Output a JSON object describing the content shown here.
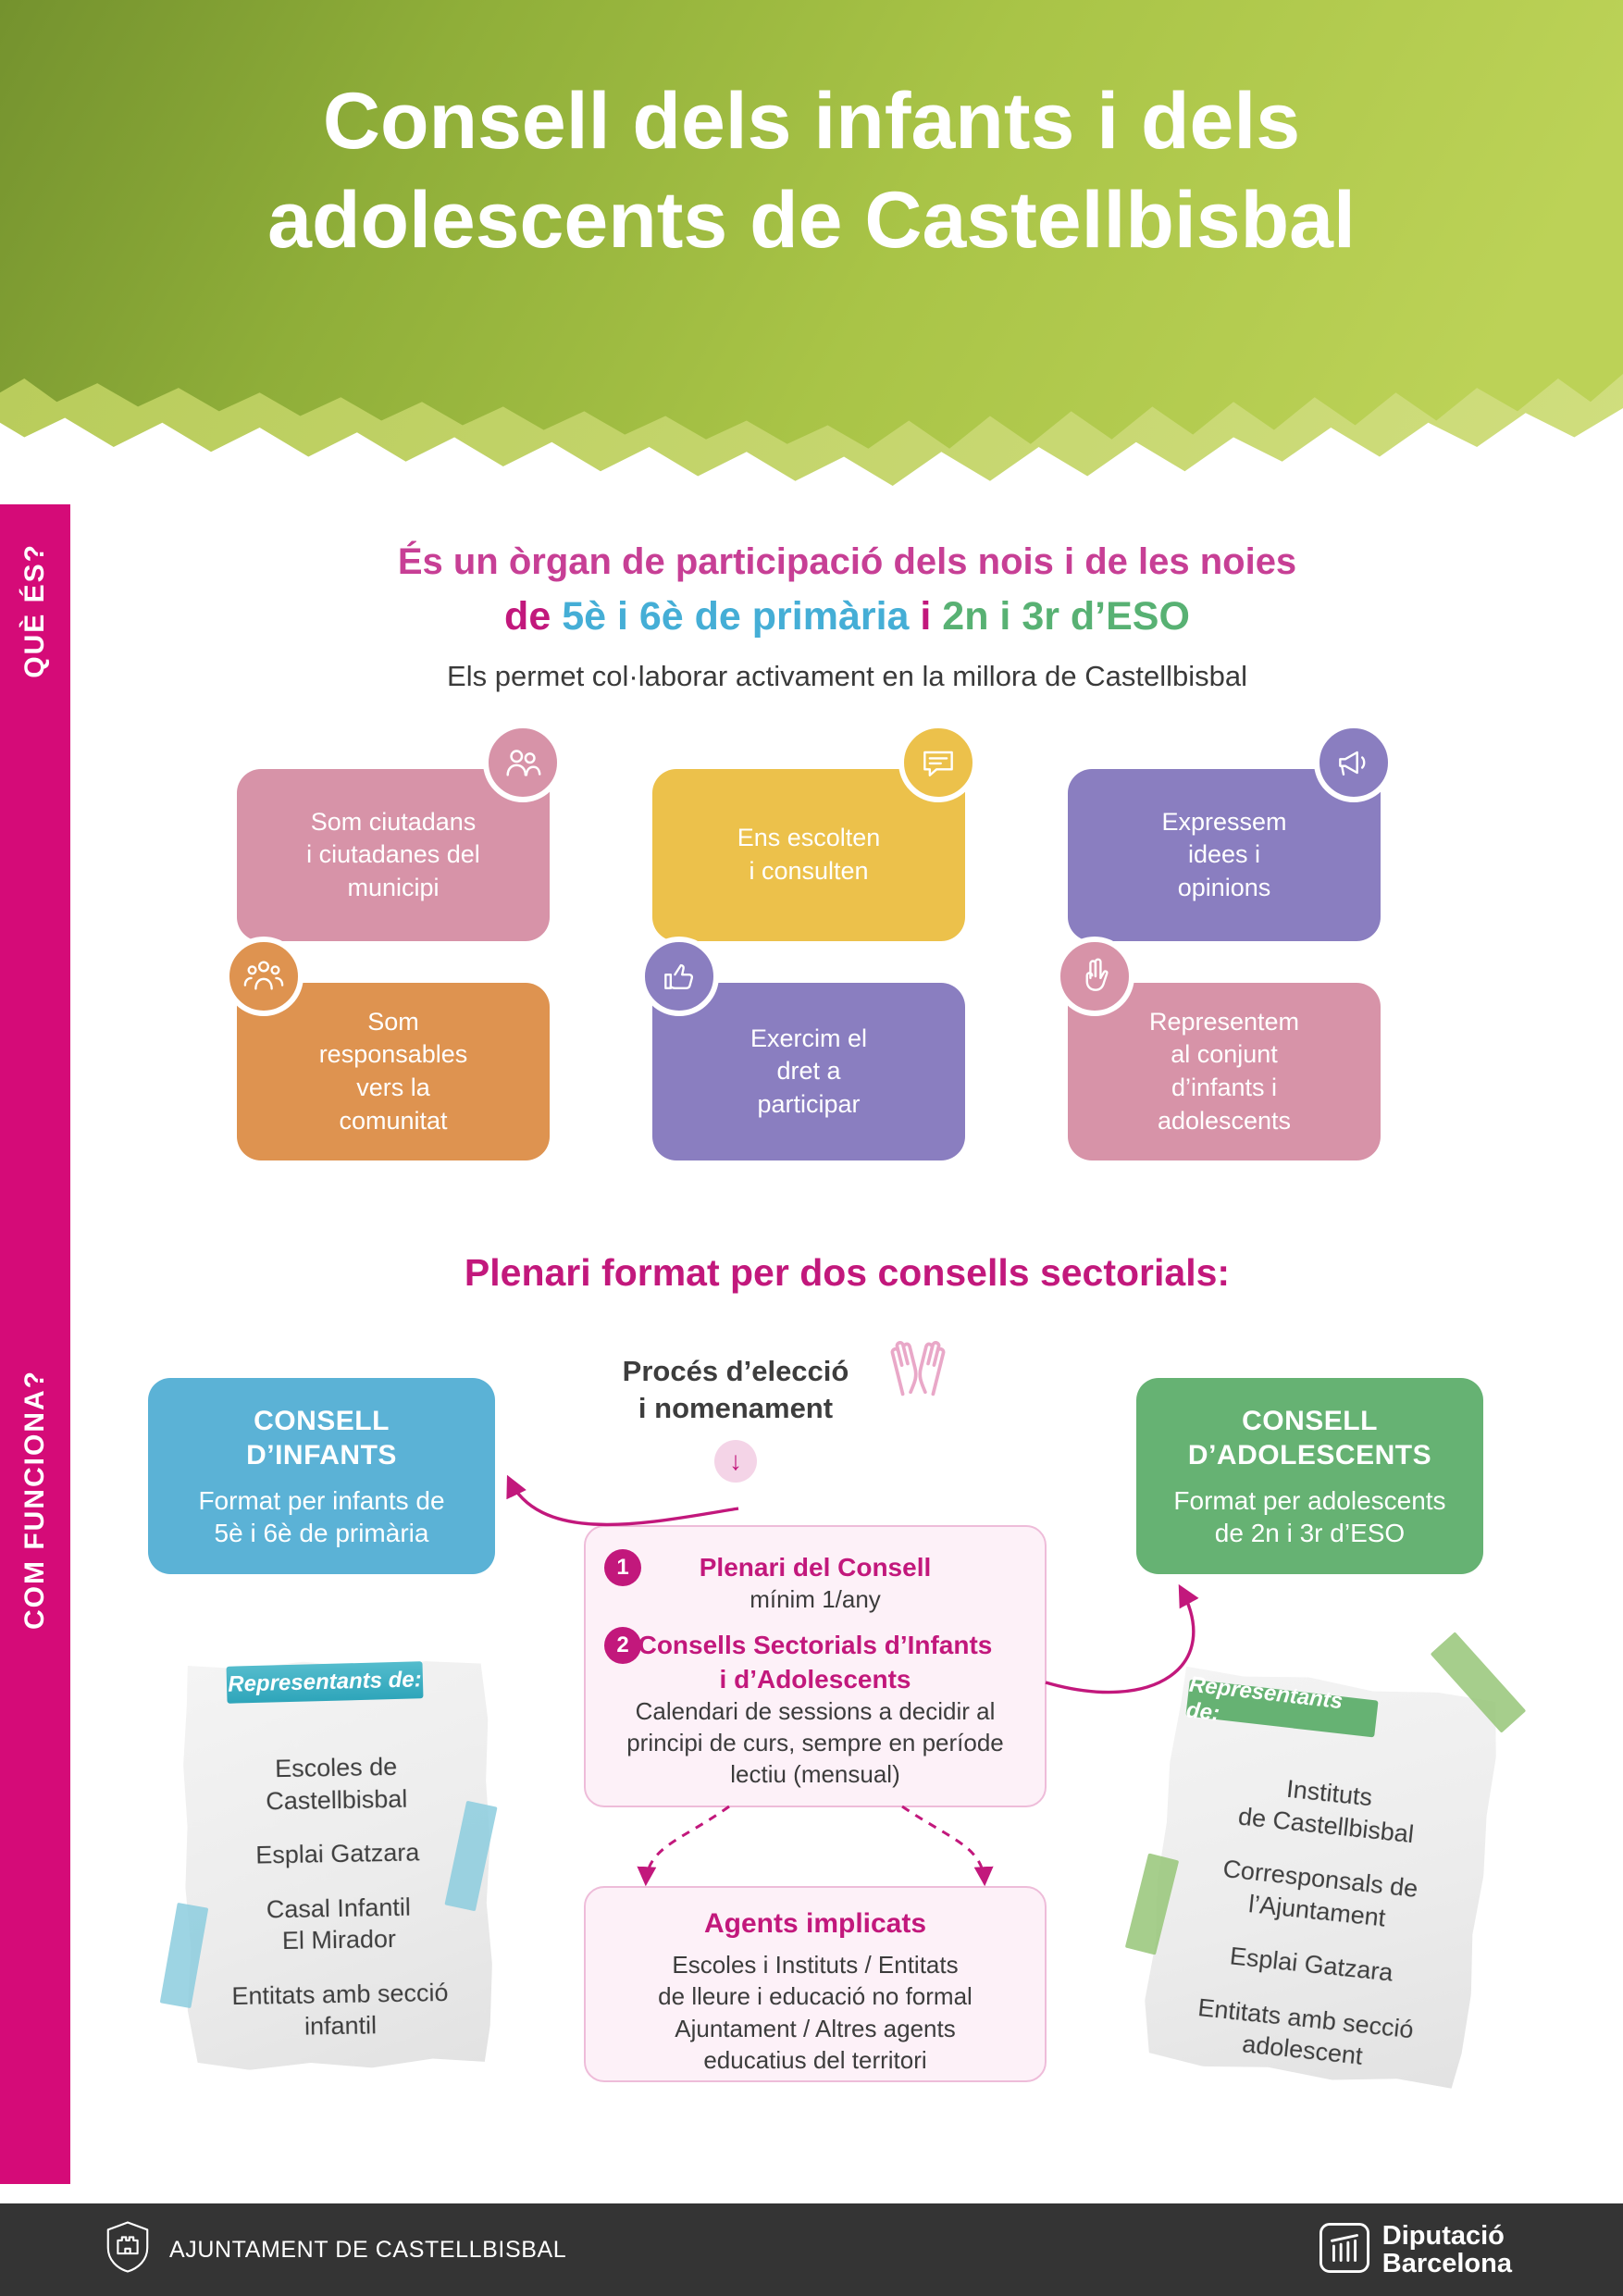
{
  "header": {
    "line1": "Consell dels infants i dels",
    "line2": "adolescents de Castellbisbal"
  },
  "rail": {
    "que_es": "QUÈ ÉS?",
    "com_funciona": "COM FUNCIONA?"
  },
  "intro": {
    "line1": "És un òrgan de participació dels nois i de les noies",
    "line2_prefix": "de ",
    "line2_primaria": "5è i 6è de primària",
    "line2_sep": " i ",
    "line2_eso": "2n i 3r d’ESO",
    "line3": "Els permet col·laborar activament en la millora de Castellbisbal"
  },
  "cards": [
    {
      "label": "Som ciutadans\ni ciutadanes del\nmunicipi",
      "icon": "people-icon",
      "color": "#d793a8"
    },
    {
      "label": "Ens escolten\ni consulten",
      "icon": "speech-bubble-icon",
      "color": "#ecc14b"
    },
    {
      "label": "Expressem\nidees i\nopinions",
      "icon": "megaphone-icon",
      "color": "#8a7ec0"
    },
    {
      "label": "Som\nresponsables\nvers la\ncomunitat",
      "icon": "community-icon",
      "color": "#de9350"
    },
    {
      "label": "Exercim el\ndret a\nparticipar",
      "icon": "thumbs-up-icon",
      "color": "#8a7ec0"
    },
    {
      "label": "Representem\nal conjunt\nd’infants i\nadolescents",
      "icon": "peace-hand-icon",
      "color": "#d793a8"
    }
  ],
  "how": {
    "heading": "Plenari format per dos consells sectorials:",
    "consell_infants": {
      "title": "CONSELL\nD’INFANTS",
      "subtitle": "Format per infants de\n5è i 6è de primària"
    },
    "consell_adolescents": {
      "title": "CONSELL\nD’ADOLESCENTS",
      "subtitle": "Format per adolescents\nde 2n i 3r d’ESO"
    },
    "process_line1": "Procés d’elecció",
    "process_line2": "i nomenament",
    "steps": [
      {
        "num": "1",
        "title": "Plenari del Consell",
        "desc": "mínim 1/any"
      },
      {
        "num": "2",
        "title": "Consells Sectorials d’Infants\ni d’Adolescents",
        "desc": "Calendari de sessions a decidir al\nprincipi de curs, sempre en període\nlectiu (mensual)"
      }
    ],
    "agents": {
      "title": "Agents implicats",
      "desc": "Escoles i Instituts / Entitats\nde lleure i educació no formal\nAjuntament / Altres agents\neducatius del territori"
    }
  },
  "notes": {
    "left": {
      "ribbon": "Representants de:",
      "items": [
        "Escoles de\nCastellbisbal",
        "Esplai Gatzara",
        "Casal Infantil\nEl Mirador",
        "Entitats amb secció\ninfantil"
      ]
    },
    "right": {
      "ribbon": "Representants de:",
      "items": [
        "Instituts\nde Castellbisbal",
        "Corresponsals de\nl’Ajuntament",
        "Esplai Gatzara",
        "Entitats amb secció\nadolescent"
      ]
    }
  },
  "footer": {
    "ajuntament": "AJUNTAMENT DE CASTELLBISBAL",
    "diputacio_line1": "Diputació",
    "diputacio_line2": "Barcelona"
  },
  "icons": {
    "down_arrow": "↓"
  },
  "colors": {
    "magenta": "#c2187c",
    "rail_magenta": "#d50b78",
    "blue": "#45aed6",
    "green": "#66b273",
    "pink_card": "#d793a8",
    "yellow_card": "#ecc14b",
    "purple_card": "#8a7ec0",
    "orange_card": "#de9350",
    "header_green_dark": "#74922e",
    "header_green_light": "#bcd257",
    "footer_bg": "#343434",
    "process_box_bg": "#fdf1f8",
    "process_box_border": "#eebcd9"
  }
}
